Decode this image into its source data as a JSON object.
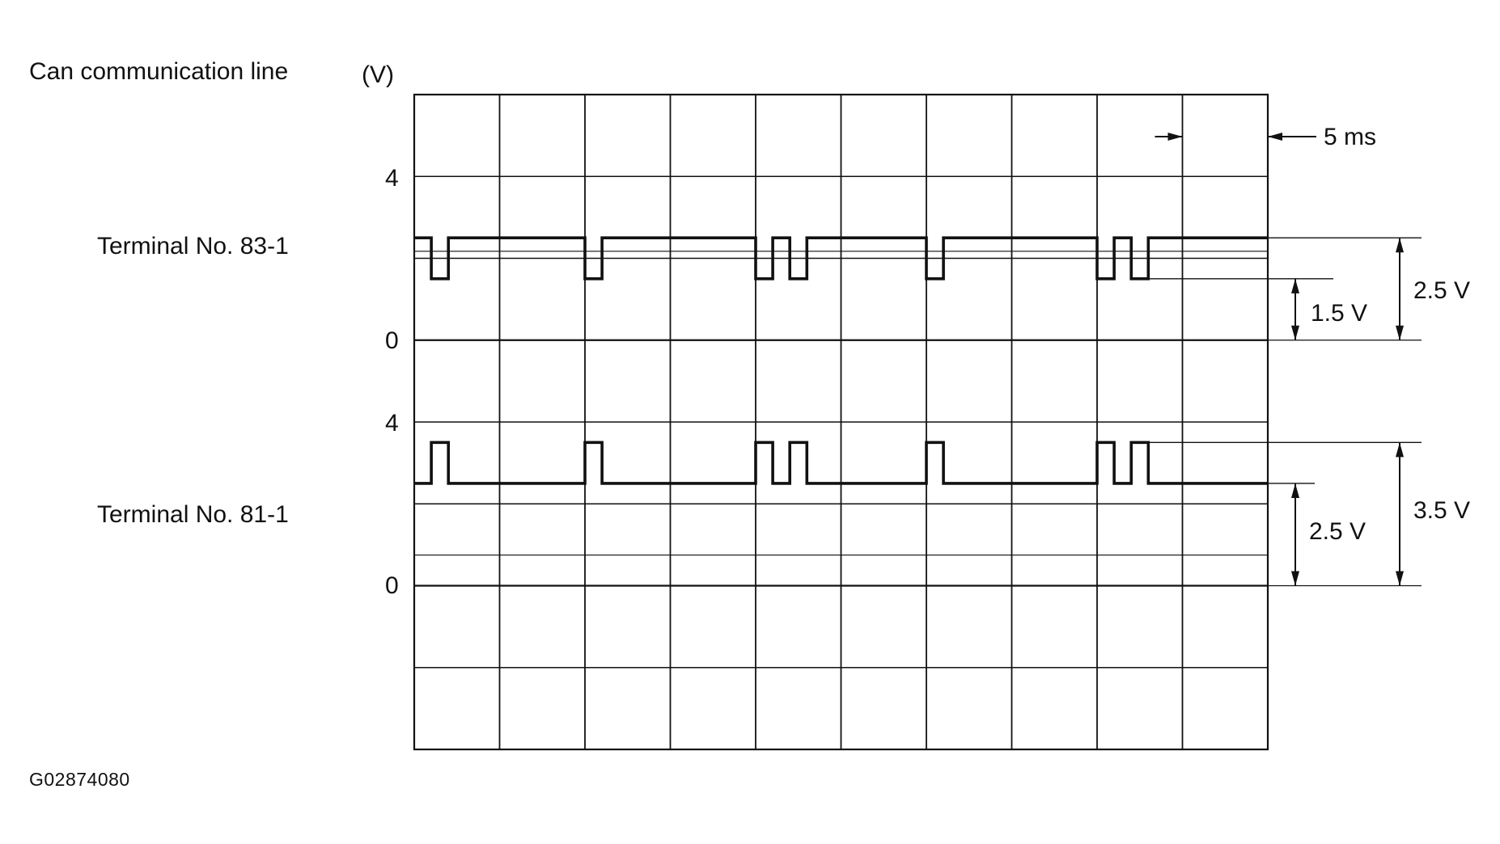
{
  "title": "Can communication line",
  "unit": "(V)",
  "figure_id": "G02874080",
  "time_division": "5 ms",
  "channels": [
    {
      "name": "Terminal No. 83-1",
      "axis_max_label": "4",
      "axis_zero_label": "0",
      "high_level_v": 2.5,
      "low_level_v": 1.5,
      "levels_v": {
        "high": 2.5,
        "low": 1.5
      },
      "pulses_ms": [
        [
          1.0,
          2.0
        ],
        [
          10.0,
          11.0
        ],
        [
          20.0,
          21.0
        ],
        [
          22.0,
          23.0
        ],
        [
          30.0,
          31.0
        ],
        [
          40.0,
          41.0
        ],
        [
          42.0,
          43.0
        ]
      ],
      "annotations": [
        "1.5 V",
        "2.5 V"
      ]
    },
    {
      "name": "Terminal No. 81-1",
      "axis_max_label": "4",
      "axis_zero_label": "0",
      "levels_v": {
        "high": 3.5,
        "low": 2.5
      },
      "pulses_ms": [
        [
          1.0,
          2.0
        ],
        [
          10.0,
          11.0
        ],
        [
          20.0,
          21.0
        ],
        [
          22.0,
          23.0
        ],
        [
          30.0,
          31.0
        ],
        [
          40.0,
          41.0
        ],
        [
          42.0,
          43.0
        ]
      ],
      "annotations": [
        "2.5 V",
        "3.5 V"
      ]
    }
  ],
  "grid": {
    "columns": 10,
    "rows": 8,
    "ms_per_division": 5,
    "v_per_division": 2,
    "total_ms": 50
  }
}
